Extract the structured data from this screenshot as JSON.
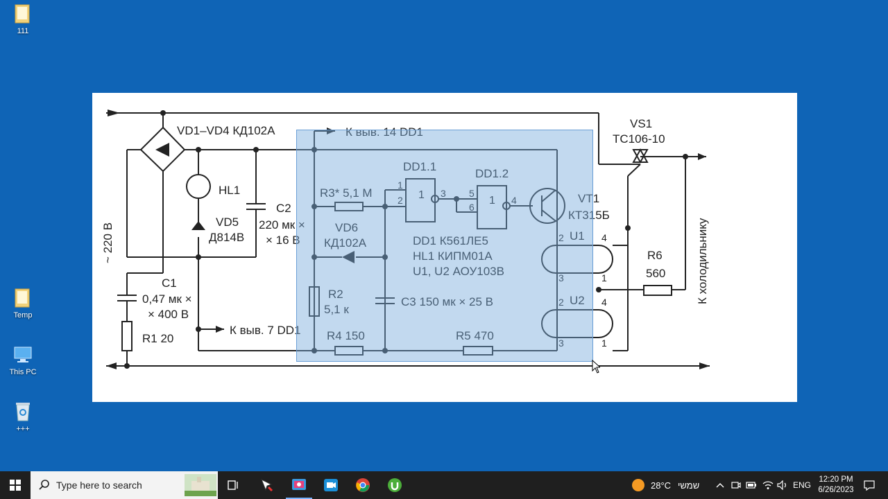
{
  "desktop": {
    "icons": [
      {
        "label": "111",
        "icon": "folder-icon"
      },
      {
        "label": "Temp",
        "icon": "folder-icon"
      },
      {
        "label": "This PC",
        "icon": "computer-icon"
      },
      {
        "label": "+++",
        "icon": "recycle-bin-icon"
      }
    ]
  },
  "schematic": {
    "labels": {
      "bridge": "VD1–VD4 КД102А",
      "hl1": "HL1",
      "c2": "C2",
      "c2_val1": "220 мк ×",
      "c2_val2": "× 16 В",
      "vd5": "VD5",
      "vd5_val": "Д814В",
      "voltage": "~ 220 В",
      "c1": "C1",
      "c1_val1": "0,47 мк ×",
      "c1_val2": "× 400 В",
      "r1": "R1 20",
      "pin14": "К выв. 14 DD1",
      "pin7": "К выв. 7 DD1",
      "dd11": "DD1.1",
      "dd12": "DD1.2",
      "r3": "R3* 5,1 М",
      "vd6": "VD6",
      "vd6_val": "КД102А",
      "r2": "R2",
      "r2_val": "5,1 к",
      "c3": "C3 150 мк × 25 В",
      "r4": "R4 150",
      "r5": "R5 470",
      "note1": "DD1 К561ЛЕ5",
      "note2": "HL1 КИПМ01А",
      "note3": "U1, U2 АОУ103В",
      "vt1": "VT1",
      "vt1_val": "КТ315Б",
      "u1": "U1",
      "u2": "U2",
      "vs1": "VS1",
      "vs1_val": "ТС106-10",
      "r6": "R6",
      "r6_val": "560",
      "fridge": "К холодильнику",
      "gate_sym": "1",
      "pin_1": "1",
      "pin_2": "2",
      "pin_3": "3",
      "pin_4": "4",
      "pin_5": "5",
      "pin_6": "6"
    }
  },
  "taskbar": {
    "search_placeholder": "Type here to search",
    "weather": "28°C",
    "weather_text": "שמשי",
    "language": "ENG",
    "time": "12:20 PM",
    "date": "6/26/2023"
  },
  "colors": {
    "desktop": "#0f64b6",
    "taskbar": "#1f1f1f",
    "selection": "#78aadc"
  }
}
